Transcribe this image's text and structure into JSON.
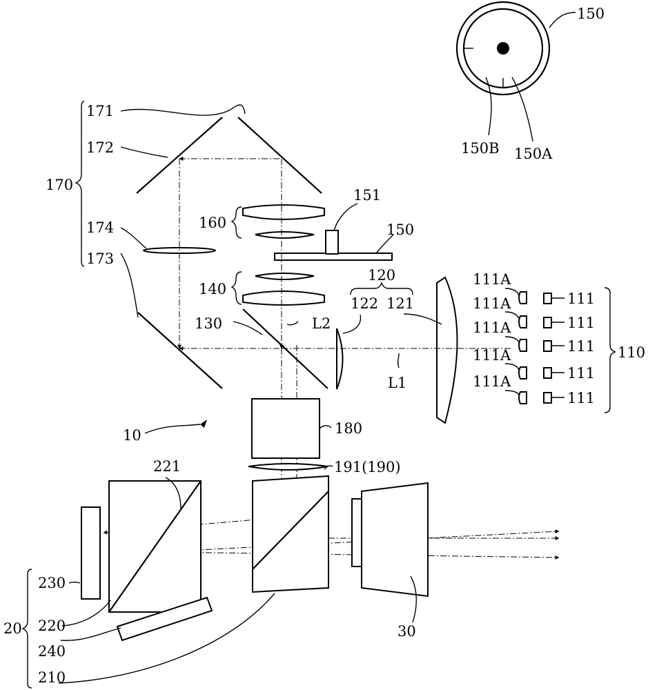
{
  "labels": {
    "l150_top": "150",
    "l150B": "150B",
    "l150A": "150A",
    "l171": "171",
    "l172": "172",
    "l170": "170",
    "l174": "174",
    "l173": "173",
    "l160": "160",
    "l151": "151",
    "l150": "150",
    "l120": "120",
    "l140": "140",
    "l122": "122",
    "l121": "121",
    "l130": "130",
    "lL2": "L2",
    "lL1": "L1",
    "l111A_1": "111A",
    "l111A_2": "111A",
    "l111A_3": "111A",
    "l111A_4": "111A",
    "l111A_5": "111A",
    "l111_1": "111",
    "l111_2": "111",
    "l111_3": "111",
    "l111_4": "111",
    "l111_5": "111",
    "l110": "110",
    "l10": "10",
    "l180": "180",
    "l191": "191(190)",
    "l221": "221",
    "l230": "230",
    "l220": "220",
    "l20": "20",
    "l240": "240",
    "l210": "210",
    "l30": "30"
  }
}
